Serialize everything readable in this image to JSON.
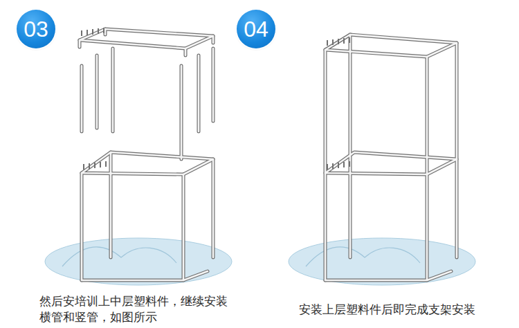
{
  "diagram": {
    "nodes": [
      {
        "text": [
          "03"
        ]
      },
      {
        "text": [
          "04"
        ]
      }
    ],
    "labels": [
      "然后安培训上中层塑料件，继续安装 横管和竖管，如图所示",
      "安装上层塑料件后即完成支架安装"
    ]
  }
}
